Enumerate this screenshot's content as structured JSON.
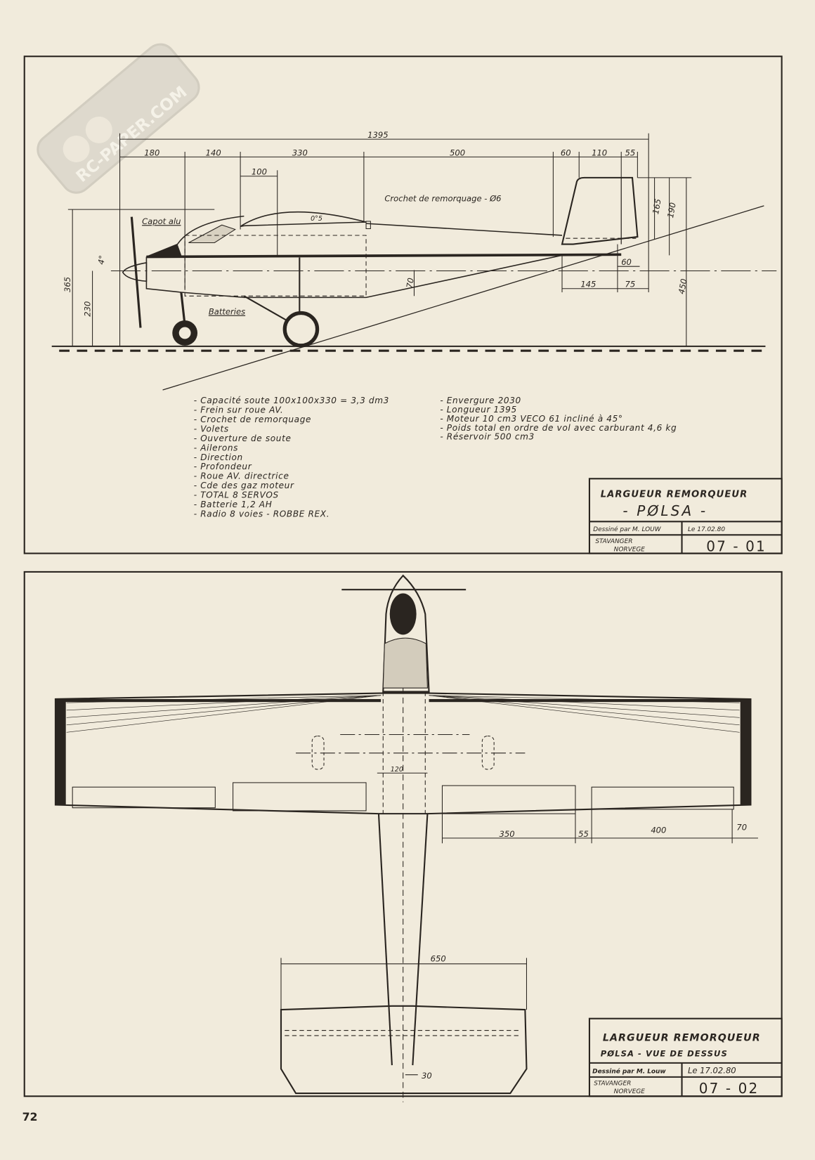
{
  "page_number": "72",
  "watermark": "RC-PAPER.COM",
  "side_view": {
    "dimensions": {
      "overall_length": "1395",
      "d180": "180",
      "d140": "140",
      "d330": "330",
      "d500": "500",
      "d60": "60",
      "d110": "110",
      "d55": "55",
      "d100": "100",
      "d165": "165",
      "d190": "190",
      "d365": "365",
      "d230": "230",
      "d450": "450",
      "d60b": "60",
      "d145": "145",
      "d75": "75",
      "d70": "70",
      "thrust_angle": "4°",
      "wing_incidence": "0°5"
    },
    "callouts": {
      "cowl": "Capot alu",
      "batteries": "Batteries",
      "tow_hook": "Crochet de remorquage - Ø6"
    },
    "notes_left": [
      "- Capacité soute 100x100x330 = 3,3 dm3",
      "- Frein sur roue AV.",
      "- Crochet de remorquage",
      "- Volets",
      "- Ouverture de soute",
      "- Ailerons",
      "- Direction",
      "- Profondeur",
      "- Roue AV. directrice",
      "- Cde des gaz moteur",
      "- TOTAL 8 SERVOS",
      "- Batterie 1,2 AH",
      "- Radio 8 voies - ROBBE REX."
    ],
    "notes_right": [
      "- Envergure 2030",
      "- Longueur 1395",
      "- Moteur 10 cm3 VECO 61 incliné à 45°",
      "- Poids total en ordre de vol avec carburant 4,6 kg",
      "- Réservoir 500 cm3"
    ],
    "title_block": {
      "line1": "LARGUEUR REMORQUEUR",
      "line2": "- PØLSA -",
      "drawn_by": "Dessiné par M. LOUW",
      "date": "Le 17.02.80",
      "location1": "STAVANGER",
      "location2": "NORVEGE",
      "sheet": "07 - 01"
    }
  },
  "top_view": {
    "dimensions": {
      "d120": "120",
      "d350": "350",
      "d55": "55",
      "d400": "400",
      "d70": "70",
      "d650": "650",
      "d30": "30"
    },
    "title_block": {
      "line1": "LARGUEUR REMORQUEUR",
      "line2": "PØLSA - VUE DE DESSUS",
      "drawn_by": "Dessiné par M. Louw",
      "date": "Le 17.02.80",
      "location1": "STAVANGER",
      "location2": "NORVEGE",
      "sheet": "07 - 02"
    }
  }
}
